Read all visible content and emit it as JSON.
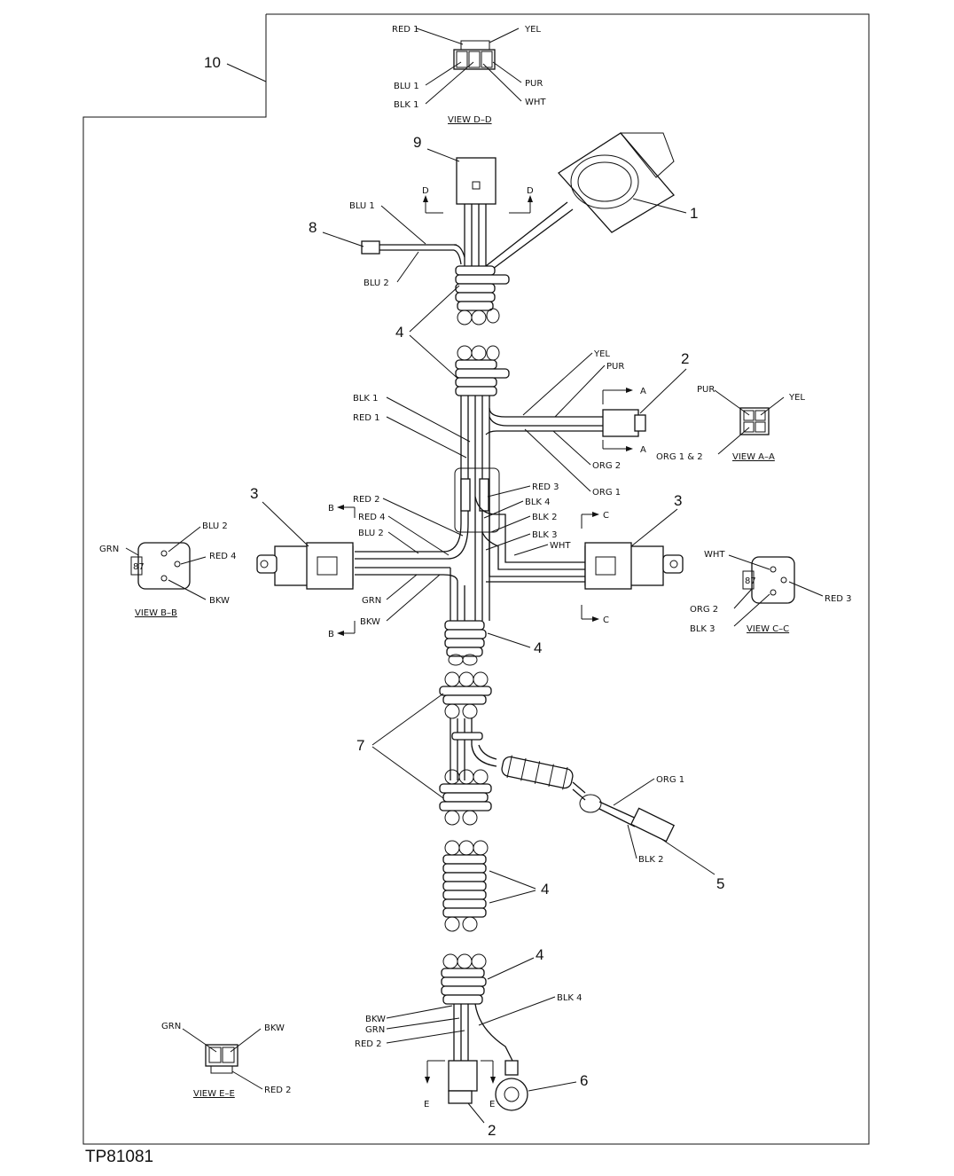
{
  "figure_id": "TP81081",
  "callouts": [
    "1",
    "2",
    "3",
    "4",
    "5",
    "6",
    "7",
    "8",
    "9",
    "10"
  ],
  "views": {
    "d": {
      "title": "VIEW D–D",
      "wires": [
        "RED 1",
        "YEL",
        "BLU 1",
        "BLK 1",
        "PUR",
        "WHT"
      ]
    },
    "a": {
      "title": "VIEW A–A",
      "wires": [
        "PUR",
        "YEL",
        "ORG 1 & 2"
      ]
    },
    "b": {
      "title": "VIEW B–B",
      "wires": [
        "BLU 2",
        "GRN",
        "RED 4",
        "BKW"
      ],
      "pin": "87"
    },
    "c": {
      "title": "VIEW C–C",
      "wires": [
        "WHT",
        "RED 3",
        "ORG 2",
        "BLK 3"
      ],
      "pin": "87"
    },
    "e": {
      "title": "VIEW E–E",
      "wires": [
        "GRN",
        "BKW",
        "RED 2"
      ]
    }
  },
  "wire_labels": {
    "blu1": "BLU 1",
    "blu2": "BLU 2",
    "yel": "YEL",
    "pur": "PUR",
    "blk1": "BLK 1",
    "red1": "RED 1",
    "org2": "ORG 2",
    "org1": "ORG 1",
    "red2": "RED 2",
    "red3": "RED 3",
    "blk4": "BLK 4",
    "red4": "RED 4",
    "blk2": "BLK 2",
    "blk3": "BLK 3",
    "wht": "WHT",
    "grn": "GRN",
    "bkw": "BKW"
  },
  "section_markers": {
    "a": "A",
    "b": "B",
    "c": "C",
    "d": "D",
    "e": "E"
  }
}
